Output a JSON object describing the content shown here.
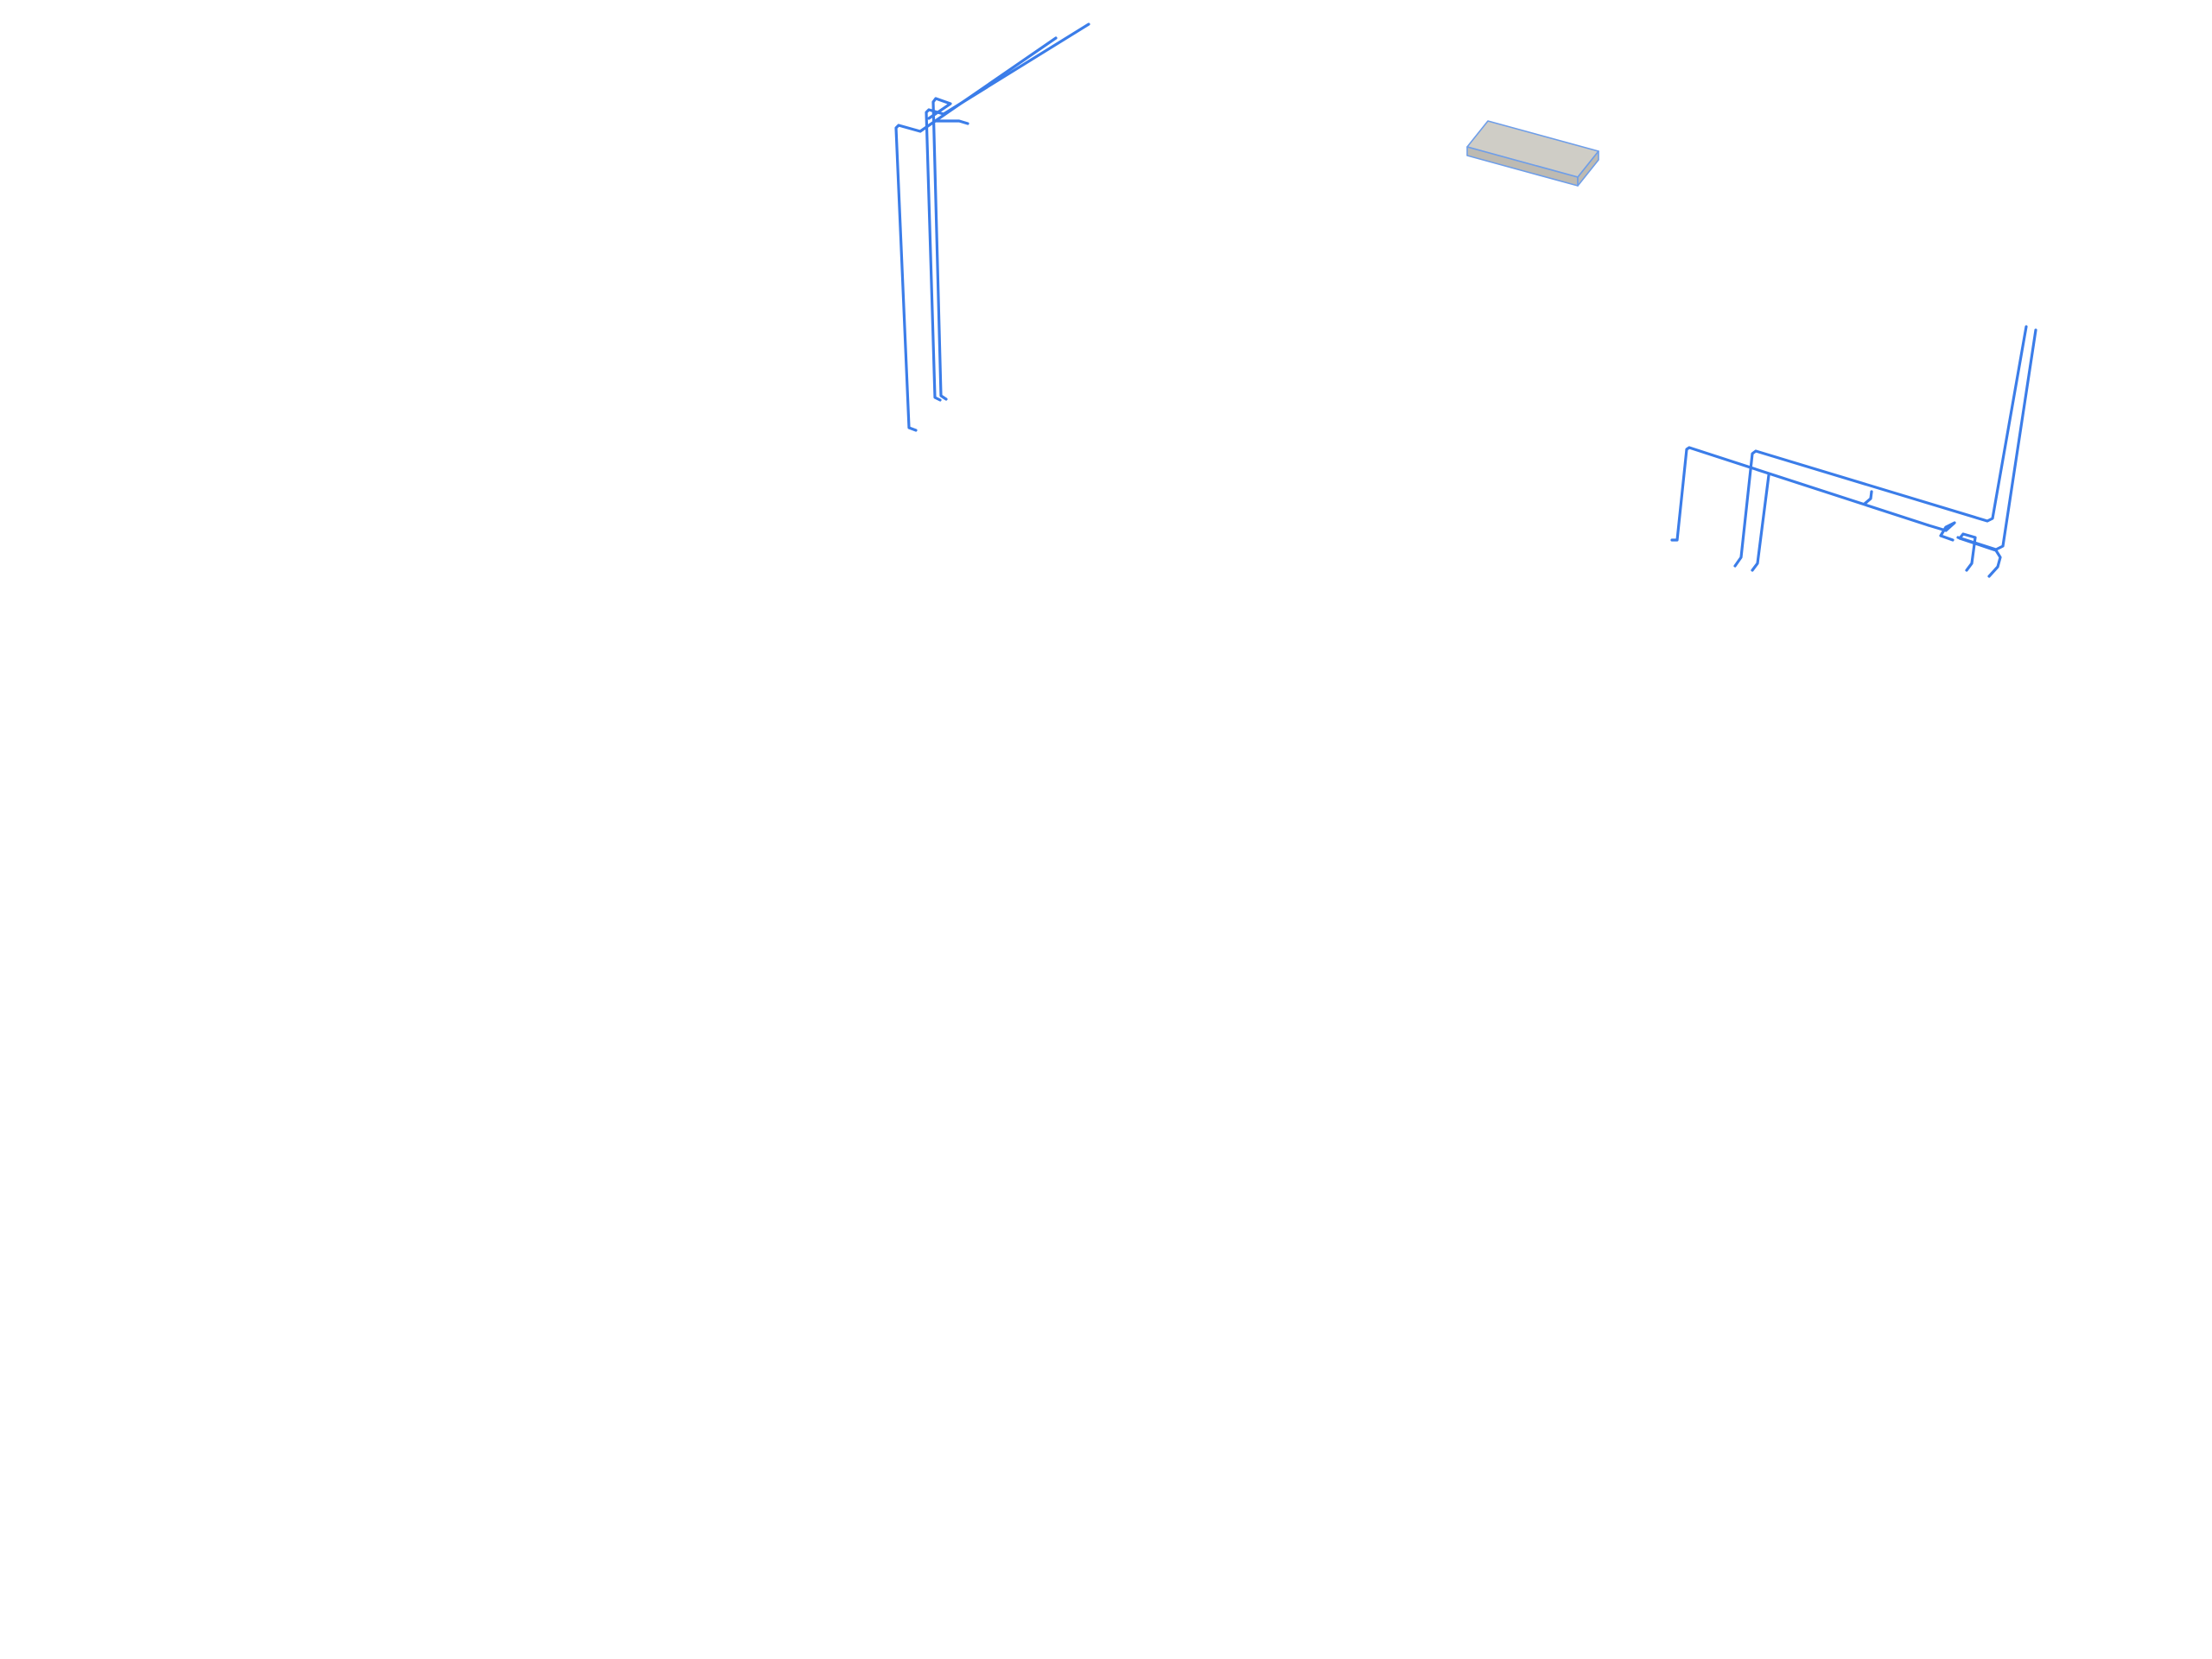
{
  "viewport": {
    "background": "#ffffff",
    "pipe_color": "#3b7de9",
    "block_top_color": "#cfcdc6",
    "block_side_color": "#bdbab2",
    "block_edge_color": "#6f9ee8"
  },
  "objects": {
    "pipe_groups": [
      "left-pipe-group",
      "right-pipe-group"
    ],
    "blocks": [
      "gray-slab"
    ]
  }
}
